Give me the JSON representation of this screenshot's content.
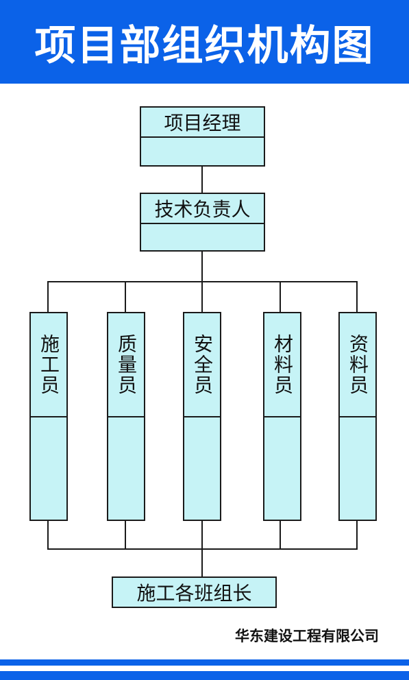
{
  "title": "项目部组织机构图",
  "nodes": {
    "manager": "项目经理",
    "tech_lead": "技术负责人",
    "staff": [
      "施工员",
      "质量员",
      "安全员",
      "材料员",
      "资料员"
    ],
    "team_leaders": "施工各班组长"
  },
  "footer": {
    "company": "华东建设工程有限公司"
  },
  "colors": {
    "header_blue": "#0b62e8",
    "box_fill": "#c6f3f6",
    "line": "#1a1a1a"
  }
}
